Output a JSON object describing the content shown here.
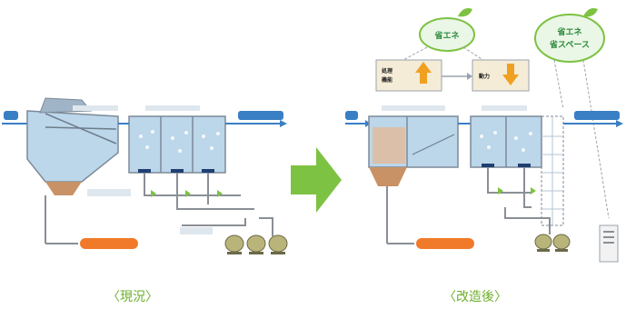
{
  "captions": {
    "current": "〈現況〉",
    "renovated": "〈改造後〉"
  },
  "renovated": {
    "bubble_left": "省エネ",
    "bubble_right_line1": "省エネ",
    "bubble_right_line2": "省スペース",
    "box_left_line1": "処理",
    "box_left_line2": "機能",
    "box_right": "動力"
  },
  "colors": {
    "arrow_green": "#7dc242",
    "caption_green": "#6cae2a",
    "pipe_gray": "#8a8f96",
    "tank_blue": "#bcd6ea",
    "label_blue": "#3a7fc4",
    "label_orange": "#f07a2a",
    "sludge": "#c99266"
  }
}
